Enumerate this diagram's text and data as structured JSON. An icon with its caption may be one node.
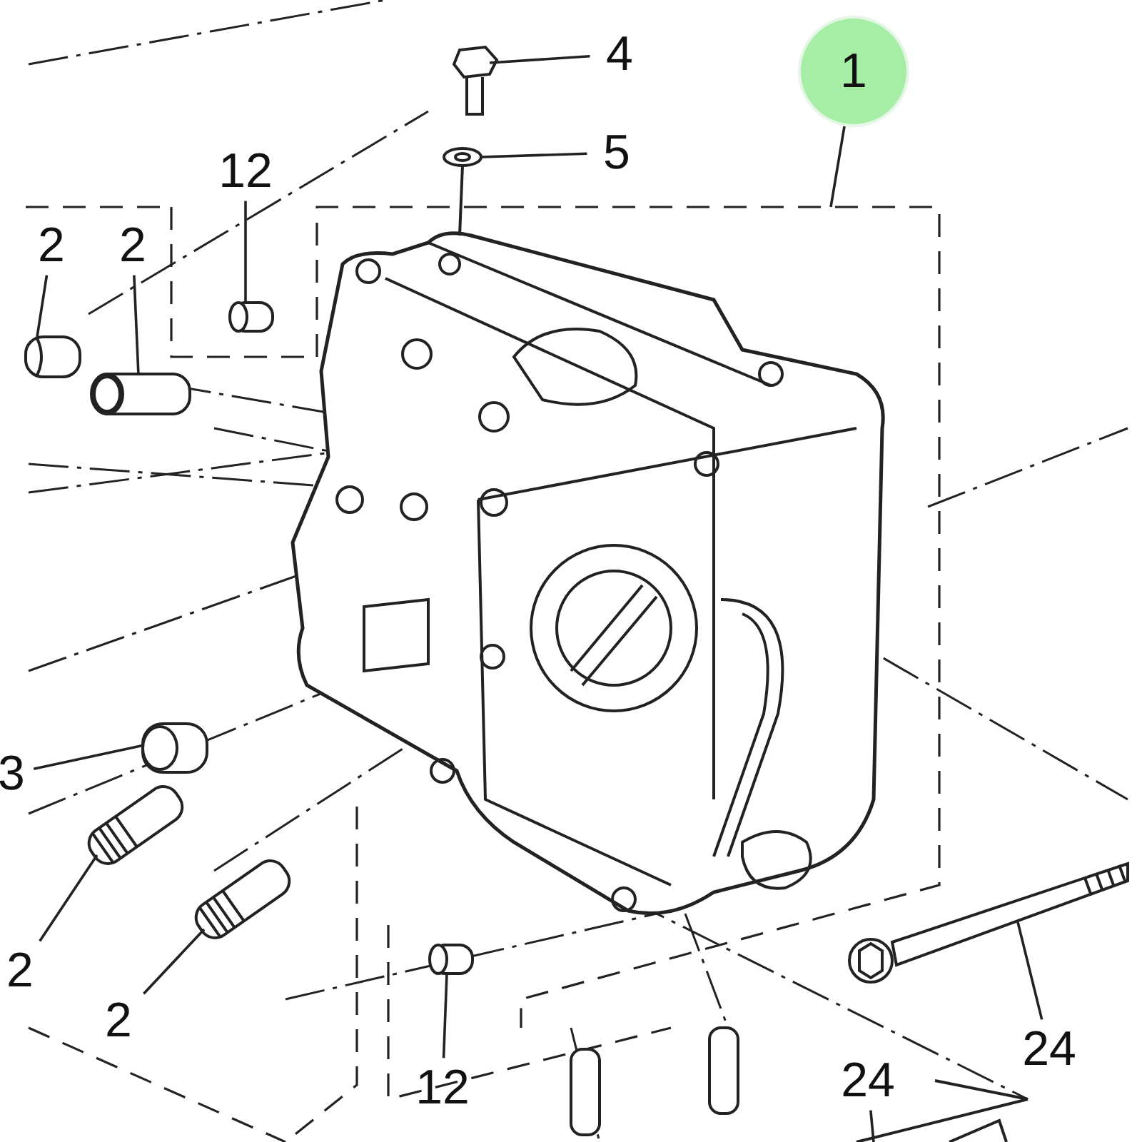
{
  "diagram": {
    "nodes": [
      {
        "text": [
          "4"
        ]
      },
      {
        "text": [
          "1"
        ]
      },
      {
        "text": [
          "5"
        ]
      },
      {
        "text": [
          "12"
        ]
      },
      {
        "text": [
          "2"
        ]
      },
      {
        "text": [
          "2"
        ]
      },
      {
        "text": [
          "3"
        ]
      },
      {
        "text": [
          "2"
        ]
      },
      {
        "text": [
          "2"
        ]
      },
      {
        "text": [
          "24"
        ]
      },
      {
        "text": [
          "24"
        ]
      },
      {
        "text": [
          "12"
        ]
      },
      {
        "text": [],
        "shape": "picture"
      },
      {
        "text": [],
        "shape": "picture"
      },
      {
        "text": [],
        "shape": "picture"
      },
      {
        "text": [],
        "shape": "picture"
      },
      {
        "text": [],
        "shape": "picture"
      },
      {
        "text": [],
        "shape": "picture"
      },
      {
        "text": [],
        "shape": "picture"
      },
      {
        "text": [],
        "shape": "picture"
      },
      {
        "text": [],
        "shape": "picture"
      },
      {
        "text": [],
        "shape": "picture"
      }
    ],
    "edges": [
      {
        "from": 0,
        "to": 12,
        "arrow": "none"
      },
      {
        "from": 1,
        "to": null,
        "arrow": "none"
      },
      {
        "from": 2,
        "to": 13,
        "arrow": "none"
      },
      {
        "from": 3,
        "to": 14,
        "arrow": "none"
      },
      {
        "from": 4,
        "to": 15,
        "arrow": "none"
      },
      {
        "from": 5,
        "to": 16,
        "arrow": "none"
      },
      {
        "from": 6,
        "to": 17,
        "arrow": "none"
      },
      {
        "from": 7,
        "to": 18,
        "arrow": "none"
      },
      {
        "from": 8,
        "to": 19,
        "arrow": "none"
      },
      {
        "from": 9,
        "to": null,
        "arrow": "none"
      },
      {
        "from": 10,
        "to": 20,
        "arrow": "none"
      },
      {
        "from": 11,
        "to": 21,
        "arrow": "none"
      }
    ]
  }
}
